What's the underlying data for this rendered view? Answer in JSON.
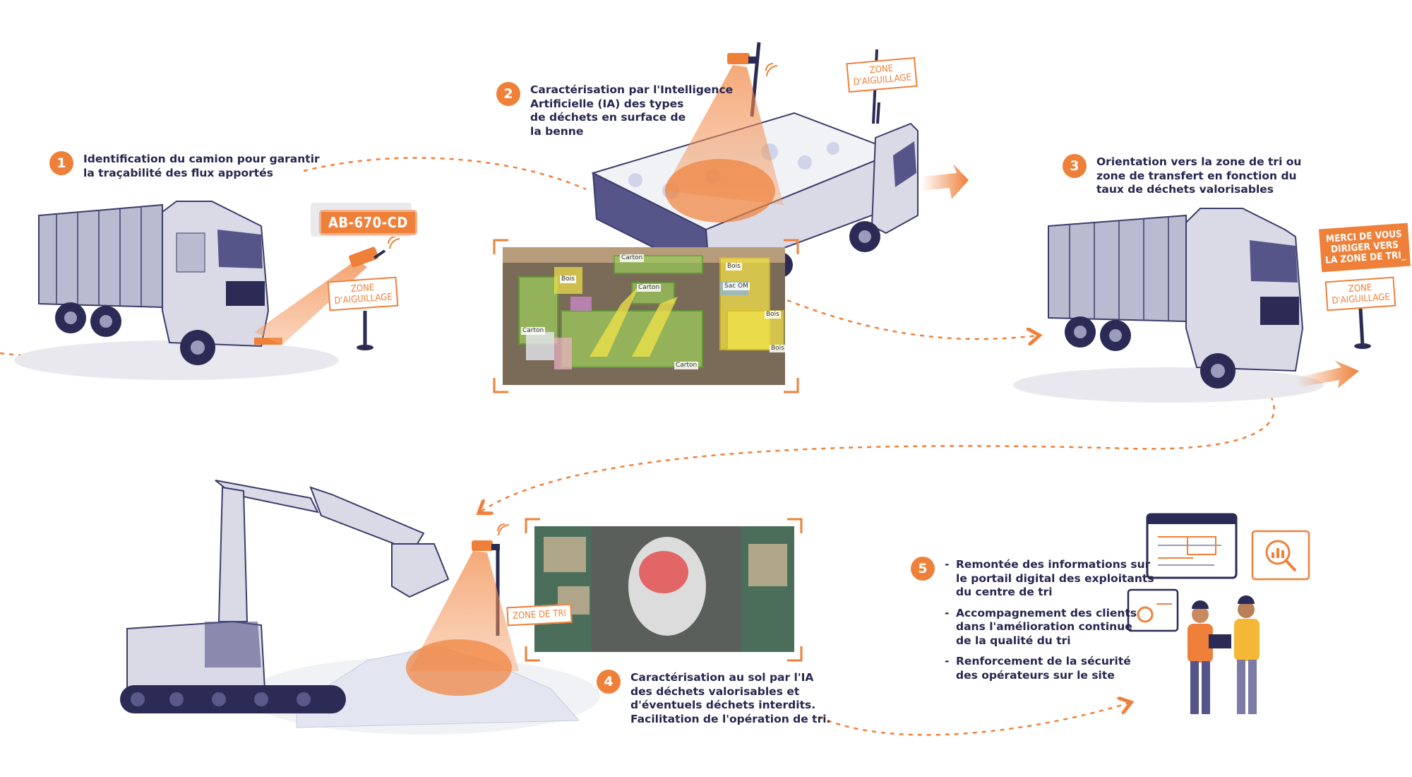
{
  "steps": [
    {
      "num": "1",
      "lines": [
        "Identification du camion pour garantir",
        "la traçabilité des flux apportés"
      ]
    },
    {
      "num": "2",
      "lines": [
        "Caractérisation par l'Intelligence",
        "Artificielle (IA) des types",
        "de déchets en surface de",
        "la benne"
      ]
    },
    {
      "num": "3",
      "lines": [
        "Orientation vers la zone de tri ou",
        "zone de transfert en fonction du",
        "taux de déchets valorisables"
      ]
    },
    {
      "num": "4",
      "lines": [
        "Caractérisation au sol par l'IA",
        "des déchets valorisables et",
        "d'éventuels déchets interdits.",
        "Facilitation de l'opération de tri."
      ]
    },
    {
      "num": "5",
      "bullets": [
        [
          "Remontée des informations sur",
          "le portail digital des exploitants",
          "du centre de tri"
        ],
        [
          "Accompagnement des clients",
          "dans l'amélioration continue",
          "de la qualité du tri"
        ],
        [
          "Renforcement de la sécurité",
          "des opérateurs sur le site"
        ]
      ]
    }
  ],
  "signs": {
    "zone_aiguillage_1": [
      "ZONE",
      "D'AIGUILLAGE"
    ],
    "zone_aiguillage_2": [
      "ZONE",
      "D'AIGUILLAGE"
    ],
    "zone_aiguillage_3": [
      "ZONE",
      "D'AIGUILLAGE"
    ],
    "merci": [
      "MERCI DE VOUS",
      "DIRIGER VERS",
      "LA ZONE DE TRI_"
    ],
    "zone_tri": "ZONE DE TRI"
  },
  "plate": "AB-670-CD",
  "detections": {
    "bois_1": "Bois",
    "bois_2": "Bois",
    "bois_3": "Bois",
    "bois_4": "Bois",
    "carton_1": "Carton",
    "carton_2": "Carton",
    "carton_3": "Carton",
    "carton_4": "Carton",
    "sac": "Sac OM"
  },
  "colors": {
    "accent": "#ef8039",
    "navy": "#2b2b55",
    "truck": "#d9dae6",
    "dark": "#55558a"
  }
}
